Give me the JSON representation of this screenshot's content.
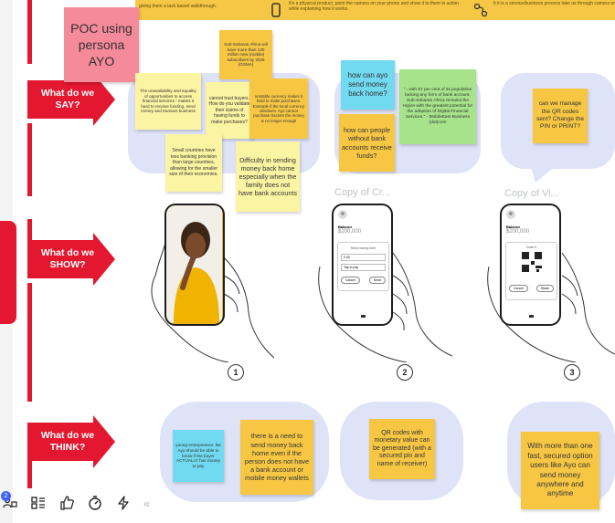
{
  "title_sticky": "POC using persona AYO",
  "topbar": {
    "left_text": "giving them a task based walkthrough.",
    "mid_text": "It's a physical product, point the camera on your phone and show it to them in action while explaining how it works.",
    "right_text": "It it is a service/business process take us through camera on your phone while you tell us about wh"
  },
  "rows": {
    "say": "What do we SAY?",
    "show": "What do we SHOW?",
    "think": "What do we THINK?"
  },
  "say_col1": {
    "s1": "The unavailability and equality of opportunities to access financial services - makes it hard to receive funding, send money and transact business",
    "s2": "Sub-Saharan Africa will have more than 130 million new (mobile) subscribers by 2025 (GSMA)",
    "s3": "cannot trust buyers. How do you validate their claims of having funds to make purchases?",
    "s4": "unstable currency makes it hard to make purchases. Example if the local currency devalues. Ayo cannot purchase tractors the money is no longer enough",
    "s5": "Small countries have less banking provision than large countries, allowing for the smaller size of their economies.",
    "s6": "Difficulty in sending money back home especially when the family does not have bank accounts"
  },
  "say_col2": {
    "s1": "how can ayo send money back home?",
    "s2": "\"...with 57 per cent of its population lacking any form of bank account, Sub-Saharan Africa remains the region with the greatest potential for the adoption of Digital Financial Services.\" - MobileEast Business (dot)com",
    "s3": "how can people without bank accounts receive funds?"
  },
  "say_col3": {
    "s1": "can we manage the QR codes sent? Change the PIN or PRINT?"
  },
  "copy_labels": [
    "Copy of Cr...",
    "Copy of Vi..."
  ],
  "phone_screens": {
    "balance_label": "Balance",
    "balance_value": "$200,000",
    "screen2_heading": "Send money here",
    "screen2_fields": [
      "0.00",
      "Tap to pay"
    ],
    "screen2_buttons": [
      "Cancel",
      "Send"
    ],
    "screen3_code": "Code-3",
    "screen3_buttons": [
      "Cancel",
      "Share"
    ]
  },
  "step_numbers": [
    "1",
    "2",
    "3"
  ],
  "think": {
    "t1": "young entrepreneur. Ike Ayo should be able to know if the buyer ACTUALLY has money to pay",
    "t2": "there is a need to send money back home even if the person does not have a bank account or mobile money wallets",
    "t3": "QR codes with monetary value can be generated (with a secured pin and name of receiver)",
    "t4": "With more than one fast, secured option users like Ayo can send money anywhere and anytime"
  },
  "toolbar": {
    "badge_count": "2",
    "items": [
      "collaborators-icon",
      "board-list-icon",
      "reactions-icon",
      "timer-icon",
      "lightning-icon"
    ],
    "collapse": "«"
  },
  "colors": {
    "red": "#e3172f",
    "yellow": "#fbf4a2",
    "orange": "#f7c744",
    "blue": "#71d9f0",
    "green": "#a6e38a",
    "pink": "#f58a9a",
    "cloud": "#dfe3f7",
    "accent": "#4262ff"
  }
}
